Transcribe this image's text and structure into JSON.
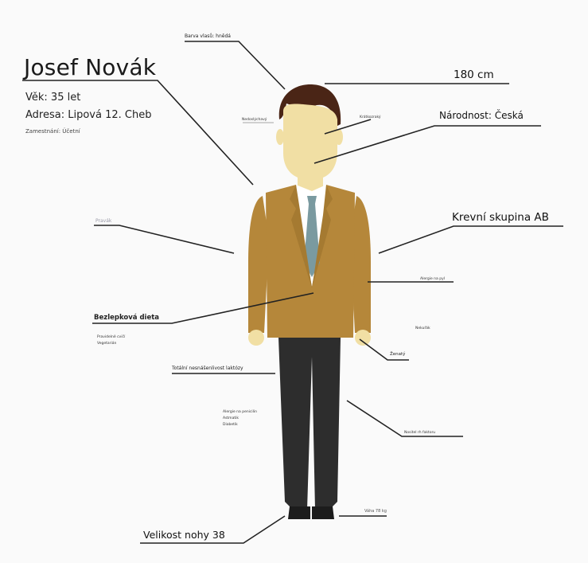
{
  "person": {
    "name": "Josef Novák",
    "age": "Věk: 35 let",
    "address": "Adresa: Lipová 12. Cheb",
    "occupation": "Zamestnání: Účetní"
  },
  "labels": {
    "hair_color": "Barva vlasů: hnědá",
    "height": "180 cm",
    "nationality": "Národnost: Česká",
    "blood_type": "Krevní skupina AB",
    "diet": "Bezlepková dieta",
    "shoe_size": "Velikost nohy 38",
    "lactose": "Totální nesnášenlivost laktózy",
    "weight": "Váha 78 kg",
    "married": "Ženatý",
    "left_profile": "Pravák",
    "tiny_head_left": "Nedoslýchavý",
    "tiny_eye": "Krátkozraký",
    "tiny_arm_right": "Alergie na pyl",
    "tiny_mid_right": "Nekuřák",
    "tiny_diet_1": "Pravidelně cvičí",
    "tiny_diet_2": "Vegetarián",
    "tiny_leg_left_1": "Alergie na penicilin",
    "tiny_leg_left_2": "Astmatik",
    "tiny_leg_left_3": "Diabetik",
    "tiny_leg_right": "Nositel rh faktoru"
  },
  "colors": {
    "hair": "#4a2516",
    "skin": "#f1dfa4",
    "jacket": "#b5873a",
    "shirt": "#ffffff",
    "tie": "#7a9aa0",
    "pants": "#2d2d2d",
    "shoes": "#1c1c1c",
    "line": "#222222"
  }
}
